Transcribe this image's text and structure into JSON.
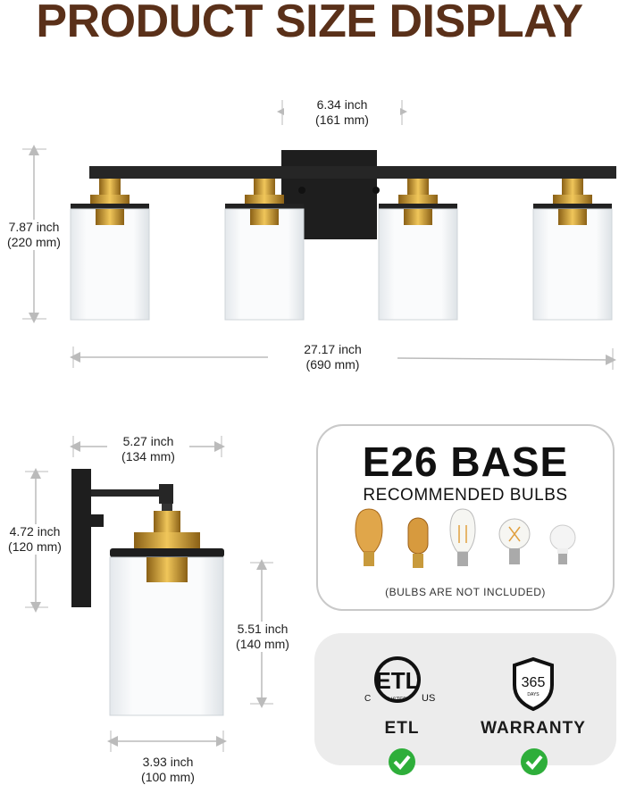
{
  "title": "PRODUCT SIZE DISPLAY",
  "colors": {
    "title": "#5a3019",
    "check": "#2eae3a",
    "brass": "#c8962a",
    "metal": "#1e1e1e"
  },
  "dimensions": {
    "backplate_width": {
      "inch": "6.34 inch",
      "mm": "(161 mm)"
    },
    "height": {
      "inch": "7.87 inch",
      "mm": "(220 mm)"
    },
    "total_width": {
      "inch": "27.17 inch",
      "mm": "(690 mm)"
    },
    "extension": {
      "inch": "5.27 inch",
      "mm": "(134 mm)"
    },
    "backplate_height": {
      "inch": "4.72 inch",
      "mm": "(120 mm)"
    },
    "shade_height": {
      "inch": "5.51 inch",
      "mm": "(140 mm)"
    },
    "shade_diameter": {
      "inch": "3.93 inch",
      "mm": "(100 mm)"
    }
  },
  "bulbs": {
    "base": "E26 BASE",
    "subtitle": "RECOMMENDED BULBS",
    "note": "(BULBS ARE NOT INCLUDED)",
    "icons": [
      "st64-edison-bulb-icon",
      "t45-tubular-bulb-icon",
      "st64-clear-filament-bulb-icon",
      "g25-globe-filament-bulb-icon",
      "a19-led-bulb-icon"
    ]
  },
  "certifications": [
    {
      "label": "ETL",
      "logo_text": {
        "c": "C",
        "us": "US",
        "mark": "ETL",
        "listed": "LISTED"
      },
      "icon": "etl-listed-icon"
    },
    {
      "label": "WARRANTY",
      "logo_text": {
        "number": "365",
        "unit": "DAYS"
      },
      "icon": "shield-icon"
    }
  ]
}
